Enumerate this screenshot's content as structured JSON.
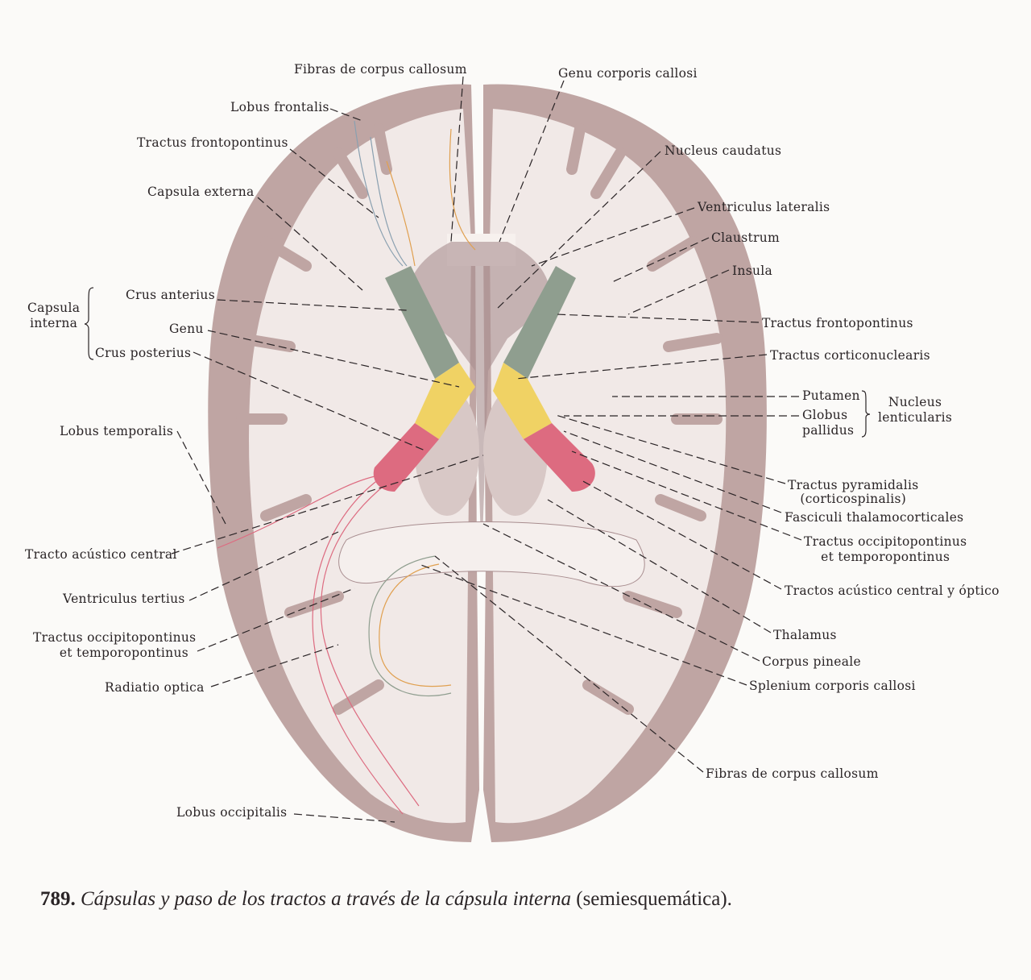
{
  "labels": {
    "fibras_top": "Fibras de corpus callosum",
    "genu_corporis": "Genu corporis callosi",
    "lobus_frontalis": "Lobus frontalis",
    "tractus_frontopontinus_left": "Tractus frontopontinus",
    "nucleus_caudatus": "Nucleus caudatus",
    "capsula_externa": "Capsula externa",
    "ventriculus_lateralis": "Ventriculus lateralis",
    "claustrum": "Claustrum",
    "insula": "Insula",
    "capsula_interna_1": "Capsula",
    "capsula_interna_2": "interna",
    "crus_anterius": "Crus anterius",
    "genu": "Genu",
    "crus_posterius": "Crus posterius",
    "tractus_frontopontinus_right": "Tractus frontopontinus",
    "tractus_corticonuclearis": "Tractus corticonuclearis",
    "putamen": "Putamen",
    "globus_pallidus_1": "Globus",
    "globus_pallidus_2": "pallidus",
    "nucleus_lenticularis_1": "Nucleus",
    "nucleus_lenticularis_2": "lenticularis",
    "lobus_temporalis": "Lobus temporalis",
    "tractus_pyramidalis_1": "Tractus pyramidalis",
    "tractus_pyramidalis_2": "(corticospinalis)",
    "fasciculi": "Fasciculi thalamocorticales",
    "occipito_right_1": "Tractus occipitopontinus",
    "occipito_right_2": "et temporopontinus",
    "tractos_acustico_optico": "Tractos acústico central y óptico",
    "tracto_acustico_central": "Tracto acústico central",
    "ventriculus_tertius": "Ventriculus tertius",
    "thalamus": "Thalamus",
    "occipito_left_1": "Tractus occipitopontinus",
    "occipito_left_2": "et temporopontinus",
    "corpus_pineale": "Corpus pineale",
    "radiatio_optica": "Radiatio optica",
    "splenium": "Splenium corporis callosi",
    "fibras_bottom": "Fibras de corpus callosum",
    "lobus_occipitalis": "Lobus occipitalis"
  },
  "caption": {
    "number": "789.",
    "title": "Cápsulas y paso de los tractos a través de la cápsula interna",
    "note": "(semiesquemática)."
  },
  "colors": {
    "cortex": "#bfa5a3",
    "white_matter": "#f1e9e7",
    "crus_anterius": "#8f9e8f",
    "genu": "#f0d264",
    "crus_posterius": "#dd6b80"
  }
}
